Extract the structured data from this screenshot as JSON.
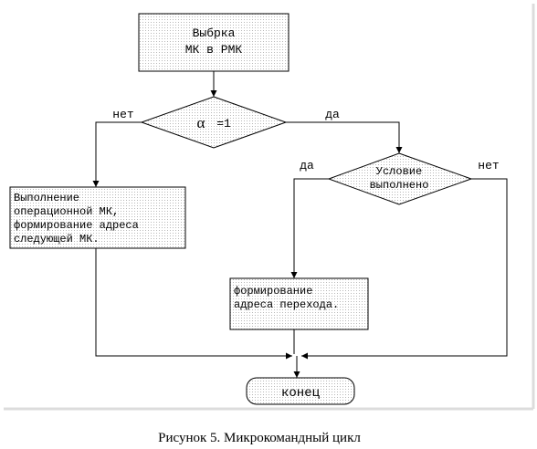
{
  "blocks": {
    "fetch": {
      "line1": "Выбрка",
      "line2": "МК в РМК"
    },
    "condition_alpha": {
      "symbol": "α",
      "text": "=1"
    },
    "branch_no_left": "нет",
    "branch_yes_right": "да",
    "condition_check": {
      "line1": "Условие",
      "line2": "выполнено"
    },
    "branch_yes_inner": "да",
    "branch_no_inner": "нет",
    "execute": {
      "line1": "Выполнение",
      "line2": "операционной МК,",
      "line3": "формирование адреса",
      "line4": "следующей МК."
    },
    "jump": {
      "line1": "формирование",
      "line2": "адреса перехода."
    },
    "end": "конец"
  },
  "caption": "Рисунок 5.  Микрокомандный цикл",
  "colors": {
    "stroke": "#000000",
    "fill_dots": "#b8b8b8",
    "shadow": "#dcdcdc"
  }
}
